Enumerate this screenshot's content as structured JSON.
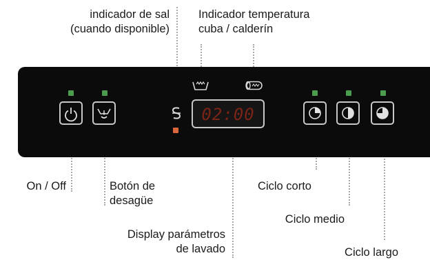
{
  "labels": {
    "salt_indicator": [
      "indicador de sal",
      "(cuando disponible)"
    ],
    "temp_indicator": [
      "Indicador temperatura",
      "cuba / calderín"
    ],
    "on_off": "On / Off",
    "drain_button": [
      "Botón de",
      "desagüe"
    ],
    "short_cycle": "Ciclo corto",
    "medium_cycle": "Ciclo medio",
    "long_cycle": "Ciclo largo",
    "display_params": [
      "Display parámetros",
      "de lavado"
    ]
  },
  "display": {
    "value": "02:00"
  },
  "colors": {
    "panel": "#0b0b0b",
    "led_green": "#4c9c4f",
    "led_orange": "#d9673a",
    "display_digits": "#7a2416",
    "button_border": "#c8c8c8"
  },
  "icons": {
    "power": "power-icon",
    "drain": "drain-icon",
    "salt": "salt-icon",
    "tank": "tank-temperature-icon",
    "boiler": "boiler-temperature-icon",
    "short": "quarter-circle-icon",
    "medium": "half-circle-icon",
    "long": "three-quarter-circle-icon"
  }
}
